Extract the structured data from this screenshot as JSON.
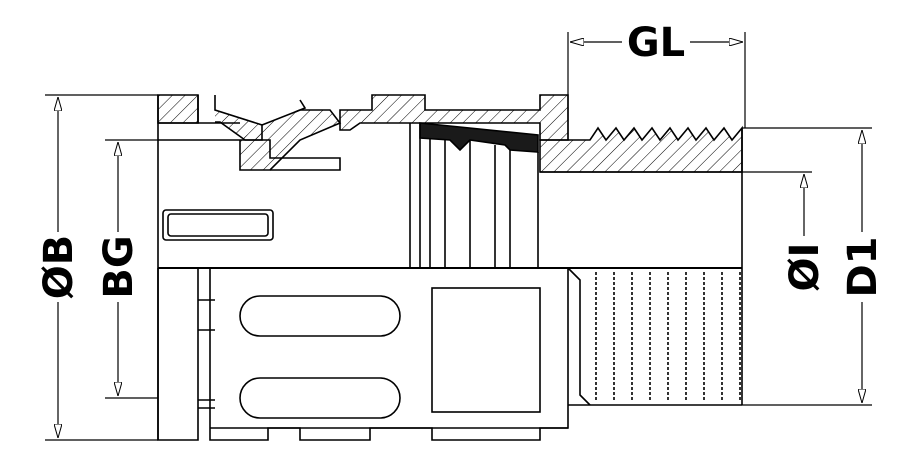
{
  "drawing": {
    "colors": {
      "line": "#000000",
      "seal": "#1a1a1a",
      "background": "#ffffff"
    },
    "dimensions": {
      "gl": "GL",
      "ob": "ØB",
      "bg": "BG",
      "oi": "ØI",
      "d1": "D1"
    }
  }
}
